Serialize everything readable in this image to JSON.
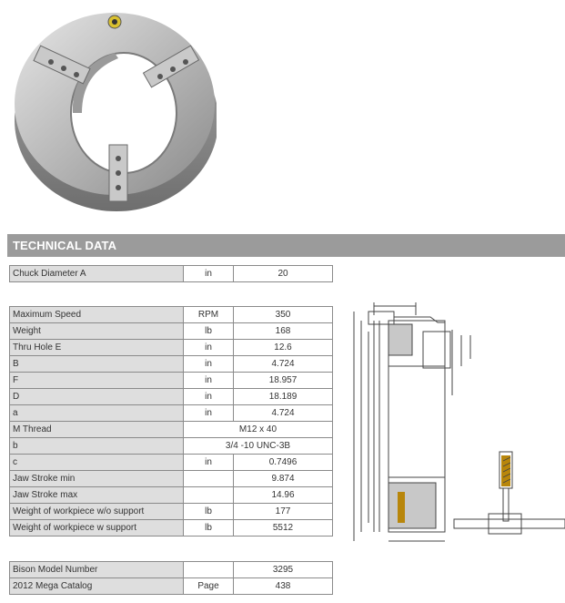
{
  "section_title": "TECHNICAL DATA",
  "table1": [
    {
      "label": "Chuck Diameter A",
      "unit": "in",
      "value": "20"
    }
  ],
  "table2": [
    {
      "label": "Maximum Speed",
      "unit": "RPM",
      "value": "350"
    },
    {
      "label": "Weight",
      "unit": "lb",
      "value": "168"
    },
    {
      "label": "Thru Hole E",
      "unit": "in",
      "value": "12.6"
    },
    {
      "label": "B",
      "unit": "in",
      "value": "4.724"
    },
    {
      "label": "F",
      "unit": "in",
      "value": "18.957"
    },
    {
      "label": "D",
      "unit": "in",
      "value": "18.189"
    },
    {
      "label": "a",
      "unit": "in",
      "value": "4.724"
    },
    {
      "label": "M Thread",
      "unit": "",
      "value": "M12 x 40"
    },
    {
      "label": "b",
      "unit": "",
      "value": "3/4 -10 UNC-3B"
    },
    {
      "label": "c",
      "unit": "in",
      "value": "0.7496"
    },
    {
      "label": "Jaw Stroke min",
      "unit": "",
      "value": "9.874"
    },
    {
      "label": "Jaw Stroke max",
      "unit": "",
      "value": "14.96"
    },
    {
      "label": "Weight of workpiece w/o support",
      "unit": "lb",
      "value": "177"
    },
    {
      "label": "Weight of workpiece w support",
      "unit": "lb",
      "value": "5512"
    }
  ],
  "table3": [
    {
      "label": "Bison Model Number",
      "unit": "",
      "value": "3295"
    },
    {
      "label": "2012 Mega Catalog",
      "unit": "Page",
      "value": "438"
    }
  ]
}
